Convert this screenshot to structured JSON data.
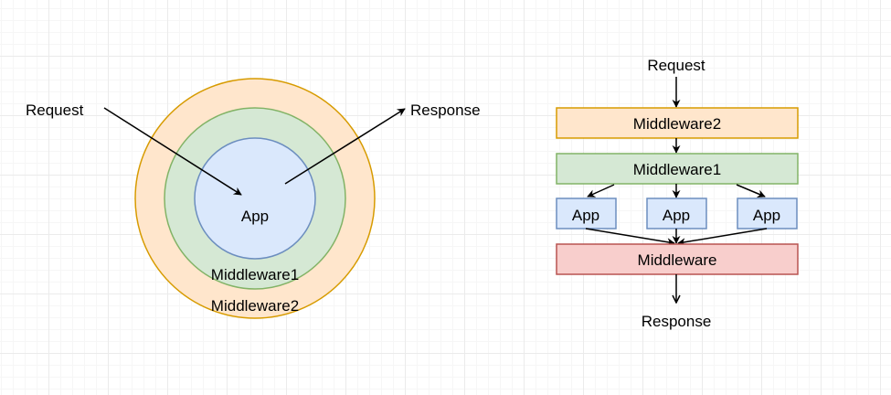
{
  "onion": {
    "request_label": "Request",
    "response_label": "Response",
    "app_label": "App",
    "middleware1_label": "Middleware1",
    "middleware2_label": "Middleware2"
  },
  "flow": {
    "request_label": "Request",
    "middleware2_label": "Middleware2",
    "middleware1_label": "Middleware1",
    "apps": [
      "App",
      "App",
      "App"
    ],
    "middleware_label": "Middleware",
    "response_label": "Response"
  },
  "colors": {
    "orange_fill": "#ffe6cc",
    "orange_stroke": "#d79b00",
    "green_fill": "#d5e8d4",
    "green_stroke": "#82b366",
    "blue_fill": "#dae8fc",
    "blue_stroke": "#6c8ebf",
    "red_fill": "#f8cecc",
    "red_stroke": "#b85450"
  }
}
